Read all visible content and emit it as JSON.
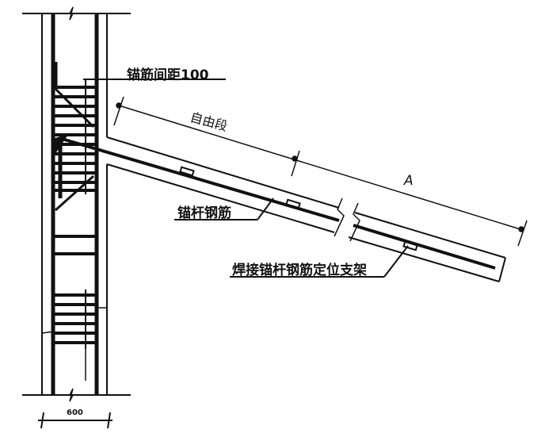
{
  "labels": {
    "stirrup_spacing": "锚筋间距100",
    "free_section": "自由段",
    "anchor_length": "A",
    "anchor_rebar": "锚杆钢筋",
    "positioning_bracket": "焊接锚杆钢筋定位支架",
    "wall_thickness": "600"
  },
  "colors": {
    "line": "#111111",
    "background": "#ffffff"
  }
}
